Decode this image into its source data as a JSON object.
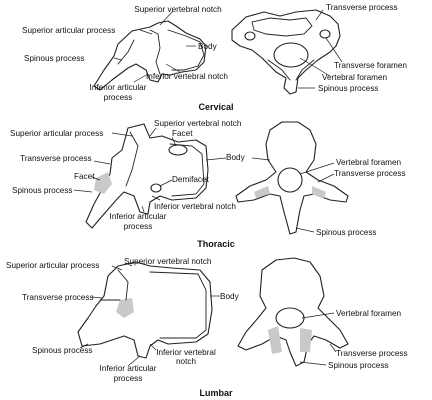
{
  "sections": {
    "cervical": {
      "title": "Cervical",
      "labels": {
        "superior_vertebral_notch": "Superior vertebral notch",
        "superior_articular_process": "Superior articular process",
        "spinous_process_lat": "Spinous process",
        "body": "Body",
        "inferior_vertebral_notch": "Inferior vertebral notch",
        "inferior_articular_process_1": "Inferior articular",
        "inferior_articular_process_2": "process",
        "transverse_process": "Transverse process",
        "transverse_foramen": "Transverse foramen",
        "vertebral_foramen": "Vertebral foramen",
        "spinous_process_sup": "Spinous process"
      }
    },
    "thoracic": {
      "title": "Thoracic",
      "labels": {
        "superior_articular_process": "Superior articular process",
        "superior_vertebral_notch": "Superior vertebral notch",
        "facet_top": "Facet",
        "transverse_process": "Transverse process",
        "facet_left": "Facet",
        "spinous_process_lat": "Spinous process",
        "demifacet": "Demifacet",
        "inferior_vertebral_notch": "Inferior vertebral notch",
        "inferior_articular_process_1": "Inferior articular",
        "inferior_articular_process_2": "process",
        "body": "Body",
        "vertebral_foramen": "Vertebral foramen",
        "transverse_process_sup": "Transverse process",
        "spinous_process_sup": "Spinous process"
      }
    },
    "lumbar": {
      "title": "Lumbar",
      "labels": {
        "superior_articular_process": "Superior articular process",
        "superior_vertebral_notch": "Superior vertebral notch",
        "transverse_process": "Transverse process",
        "body": "Body",
        "spinous_process_lat": "Spinous process",
        "inferior_vertebral_notch_1": "Inferior vertebral",
        "inferior_vertebral_notch_2": "notch",
        "inferior_articular_process_1": "Inferior articular",
        "inferior_articular_process_2": "process",
        "vertebral_foramen": "Vertebral foramen",
        "transverse_process_sup": "Transverse process",
        "spinous_process_sup": "Spinous process"
      }
    }
  }
}
